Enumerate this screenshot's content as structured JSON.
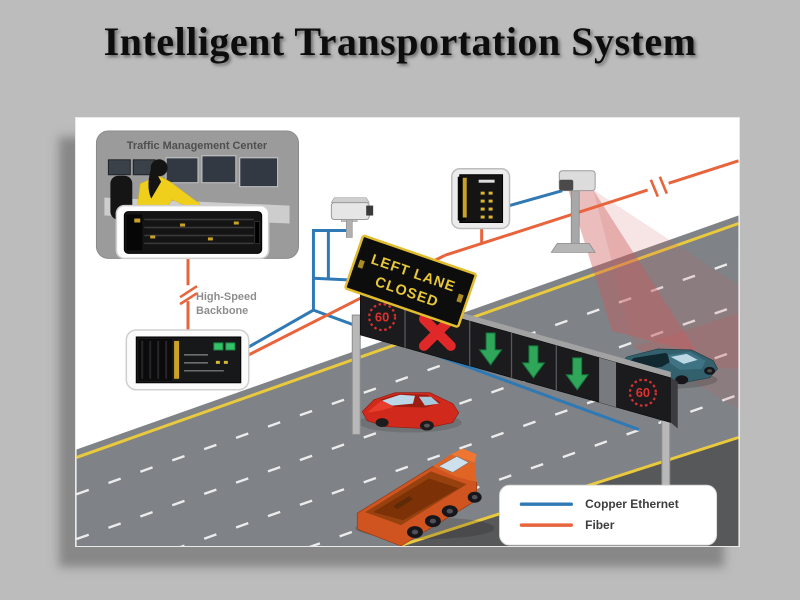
{
  "slide": {
    "title": "Intelligent Transportation System",
    "background_color": "#bcbcbc"
  },
  "diagram": {
    "tmc": {
      "label": "Traffic Management Center"
    },
    "backbone": {
      "label_line1": "High-Speed",
      "label_line2": "Backbone"
    },
    "gantry": {
      "message_sign_line1": "LEFT LANE",
      "message_sign_line2": "CLOSED",
      "speed_limit_left": "60",
      "speed_limit_right": "60"
    },
    "legend": {
      "items": [
        {
          "label": "Copper Ethernet",
          "color": "#2f79b5"
        },
        {
          "label": "Fiber",
          "color": "#e8643c"
        }
      ]
    },
    "colors": {
      "road": "#7f8286",
      "shoulder": "#57585a",
      "edge_line_yellow": "#e9c93e",
      "sign_panel_black": "#1b1b1d",
      "alert_red": "#e02828",
      "arrow_green": "#2fa65a",
      "beam_red": "#cc5b5b"
    }
  }
}
